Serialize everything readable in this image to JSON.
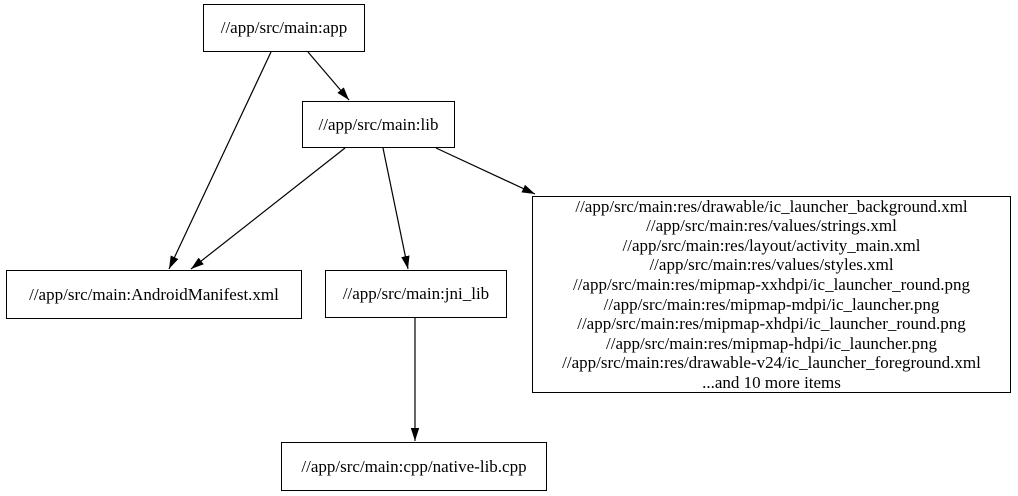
{
  "diagram": {
    "type": "dependency-graph",
    "background_color": "#ffffff",
    "node_fill": "#ffffff",
    "node_border_color": "#000000",
    "edge_color": "#000000",
    "text_color": "#000000",
    "nodes": {
      "app": {
        "label": "//app/src/main:app"
      },
      "lib": {
        "label": "//app/src/main:lib"
      },
      "manifest": {
        "label": "//app/src/main:AndroidManifest.xml"
      },
      "jni_lib": {
        "label": "//app/src/main:jni_lib"
      },
      "res": {
        "lines": [
          "//app/src/main:res/drawable/ic_launcher_background.xml",
          "//app/src/main:res/values/strings.xml",
          "//app/src/main:res/layout/activity_main.xml",
          "//app/src/main:res/values/styles.xml",
          "//app/src/main:res/mipmap-xxhdpi/ic_launcher_round.png",
          "//app/src/main:res/mipmap-mdpi/ic_launcher.png",
          "//app/src/main:res/mipmap-xhdpi/ic_launcher_round.png",
          "//app/src/main:res/mipmap-hdpi/ic_launcher.png",
          "//app/src/main:res/drawable-v24/ic_launcher_foreground.xml",
          "...and 10 more items"
        ]
      },
      "cpp": {
        "label": "//app/src/main:cpp/native-lib.cpp"
      }
    },
    "edges": [
      {
        "from": "app",
        "to": "lib"
      },
      {
        "from": "app",
        "to": "manifest"
      },
      {
        "from": "lib",
        "to": "manifest"
      },
      {
        "from": "lib",
        "to": "jni_lib"
      },
      {
        "from": "lib",
        "to": "res"
      },
      {
        "from": "jni_lib",
        "to": "cpp"
      }
    ]
  }
}
